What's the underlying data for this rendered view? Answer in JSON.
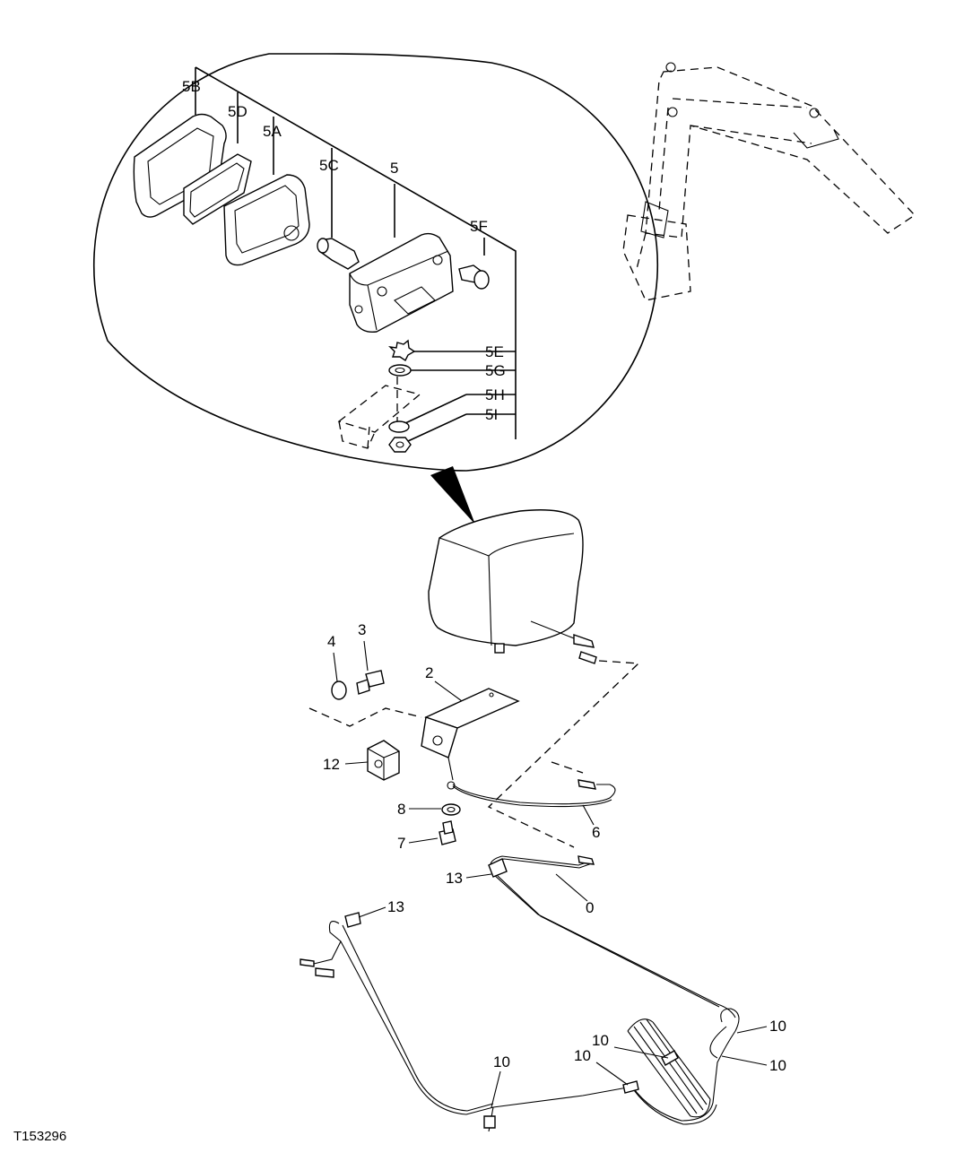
{
  "figure_id": "T153296",
  "callouts": {
    "c5B": "5B",
    "c5D": "5D",
    "c5A": "5A",
    "c5C": "5C",
    "c5": "5",
    "c5F": "5F",
    "c5E": "5E",
    "c5G": "5G",
    "c5H": "5H",
    "c5I": "5I",
    "c4": "4",
    "c3": "3",
    "c2": "2",
    "c12": "12",
    "c8": "8",
    "c7": "7",
    "c6": "6",
    "c13a": "13",
    "c0": "0",
    "c13b": "13",
    "c10a": "10",
    "c10b": "10",
    "c10c": "10",
    "c10d": "10",
    "c10e": "10"
  },
  "icons": [
    "excavator-boom-sketch",
    "lamp-housing",
    "bracket",
    "wire-harness"
  ]
}
